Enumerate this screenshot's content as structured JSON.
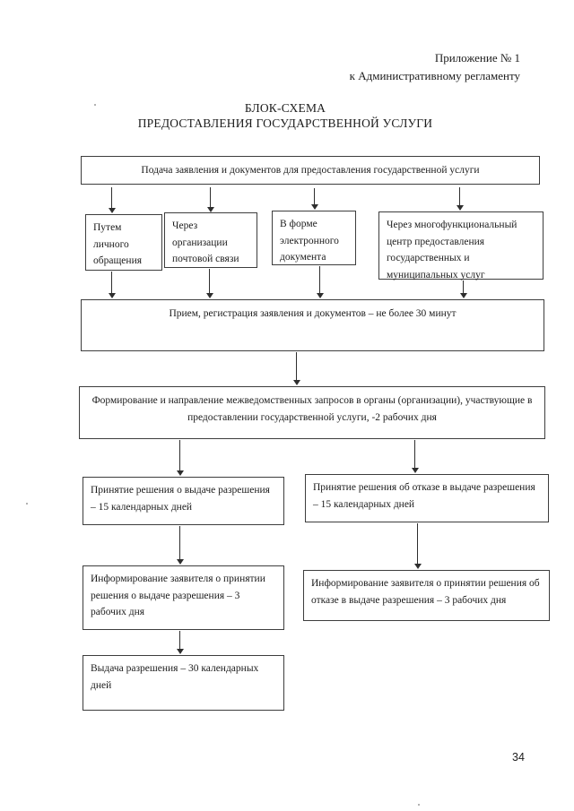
{
  "page": {
    "header": {
      "line1": "Приложение № 1",
      "line2": "к Административному регламенту"
    },
    "title": {
      "line1": "БЛОК-СХЕМА",
      "line2": "ПРЕДОСТАВЛЕНИЯ ГОСУДАРСТВЕННОЙ УСЛУГИ"
    },
    "page_number": "34"
  },
  "flowchart": {
    "submission": "Подача заявления и документов  для предоставления государственной услуги",
    "channels": {
      "personal": "Путем личного обращения",
      "postal": "Через организации почтовой связи",
      "electronic": "В форме электронного документа",
      "mfc": "Через многофункциональный центр предоставления государственных и муниципальных услуг"
    },
    "reception": "Прием, регистрация заявления и документов – не более 30 минут",
    "interagency": "Формирование и направление межведомственных запросов в органы (организации), участвующие в предоставлении государственной услуги, -2 рабочих дня",
    "decision_issue": "Принятие решения о выдаче разрешения – 15 календарных дней",
    "decision_refuse": "Принятие решения об отказе в выдаче разрешения – 15 календарных дней",
    "inform_issue": "Информирование заявителя о принятии решения о выдаче разрешения – 3 рабочих дня",
    "inform_refuse": "Информирование заявителя о принятии решения об отказе в выдаче разрешения – 3 рабочих дня",
    "issuance": "Выдача разрешения – 30 календарных дней"
  }
}
